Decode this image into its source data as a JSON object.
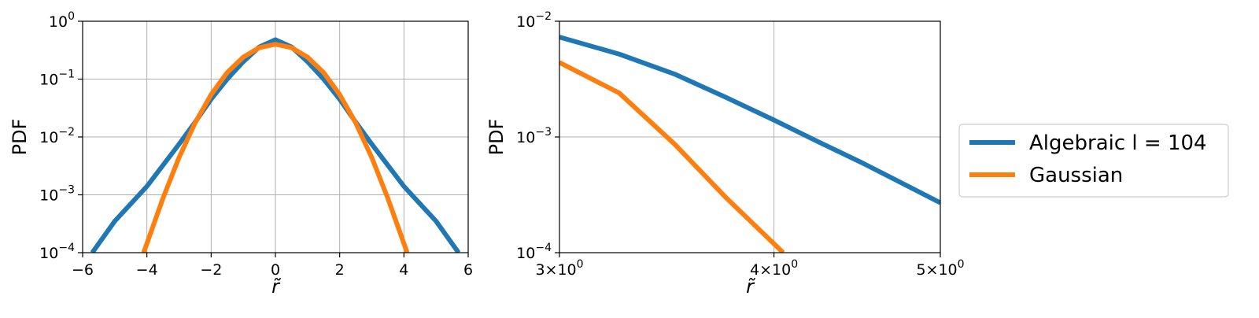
{
  "colors": {
    "algebraic": "#1f77b4",
    "gaussian": "#ff7f0e",
    "grid": "#b0b0b0"
  },
  "legend": {
    "placement": "right",
    "entries": [
      {
        "label": "Algebraic l = 104",
        "color": "#1f77b4"
      },
      {
        "label": "Gaussian",
        "color": "#ff7f0e"
      }
    ]
  },
  "chart_data": [
    {
      "type": "line",
      "title": "",
      "xlabel": "r̃",
      "ylabel": "PDF",
      "yscale": "log",
      "xlim": [
        -6,
        6
      ],
      "ylim": [
        0.0001,
        1
      ],
      "grid": true,
      "xticks": [
        {
          "value": -6,
          "label": "−6"
        },
        {
          "value": -4,
          "label": "−4"
        },
        {
          "value": -2,
          "label": "−2"
        },
        {
          "value": 0,
          "label": "0"
        },
        {
          "value": 2,
          "label": "2"
        },
        {
          "value": 4,
          "label": "4"
        },
        {
          "value": 6,
          "label": "6"
        }
      ],
      "yticks": [
        {
          "value": 0.0001,
          "base": "10",
          "exp": "−4"
        },
        {
          "value": 0.001,
          "base": "10",
          "exp": "−3"
        },
        {
          "value": 0.01,
          "base": "10",
          "exp": "−2"
        },
        {
          "value": 0.1,
          "base": "10",
          "exp": "−1"
        },
        {
          "value": 1,
          "base": "10",
          "exp": "0"
        }
      ],
      "series": [
        {
          "name": "Algebraic l = 104",
          "color": "#1f77b4",
          "x": [
            -5.7,
            -5.0,
            -4.0,
            -3.0,
            -2.5,
            -2.0,
            -1.5,
            -1.0,
            -0.5,
            0.0,
            0.5,
            1.0,
            1.5,
            2.0,
            2.5,
            3.0,
            4.0,
            5.0,
            5.7
          ],
          "y": [
            0.0001,
            0.00035,
            0.0014,
            0.0075,
            0.018,
            0.045,
            0.1,
            0.2,
            0.36,
            0.48,
            0.36,
            0.2,
            0.1,
            0.045,
            0.018,
            0.0075,
            0.0014,
            0.00035,
            0.0001
          ]
        },
        {
          "name": "Gaussian",
          "color": "#ff7f0e",
          "x": [
            -4.1,
            -3.5,
            -3.0,
            -2.5,
            -2.0,
            -1.5,
            -1.0,
            -0.5,
            0.0,
            0.5,
            1.0,
            1.5,
            2.0,
            2.5,
            3.0,
            3.5,
            4.1
          ],
          "y": [
            0.0001,
            0.00087,
            0.0044,
            0.0175,
            0.054,
            0.13,
            0.24,
            0.35,
            0.4,
            0.35,
            0.24,
            0.13,
            0.054,
            0.0175,
            0.0044,
            0.00087,
            0.0001
          ]
        }
      ]
    },
    {
      "type": "line",
      "title": "",
      "xlabel": "r̃",
      "ylabel": "PDF",
      "xscale": "log",
      "yscale": "log",
      "xlim": [
        3,
        5
      ],
      "ylim": [
        0.0001,
        0.01
      ],
      "grid": true,
      "xticks": [
        {
          "value": 3,
          "mant": "3",
          "base": "10",
          "exp": "0"
        },
        {
          "value": 4,
          "mant": "4",
          "base": "10",
          "exp": "0"
        },
        {
          "value": 5,
          "mant": "5",
          "base": "10",
          "exp": "0"
        }
      ],
      "yticks": [
        {
          "value": 0.0001,
          "base": "10",
          "exp": "−4"
        },
        {
          "value": 0.001,
          "base": "10",
          "exp": "−3"
        },
        {
          "value": 0.01,
          "base": "10",
          "exp": "−2"
        }
      ],
      "series": [
        {
          "name": "Algebraic l = 104",
          "color": "#1f77b4",
          "x": [
            3.0,
            3.25,
            3.5,
            3.75,
            4.0,
            4.25,
            4.5,
            5.0
          ],
          "y": [
            0.0073,
            0.0052,
            0.0035,
            0.0022,
            0.0014,
            0.0009,
            0.0006,
            0.00027
          ]
        },
        {
          "name": "Gaussian",
          "color": "#ff7f0e",
          "x": [
            3.0,
            3.25,
            3.5,
            3.75,
            4.05
          ],
          "y": [
            0.0044,
            0.0024,
            0.00087,
            0.0003,
            0.0001
          ]
        }
      ]
    }
  ]
}
